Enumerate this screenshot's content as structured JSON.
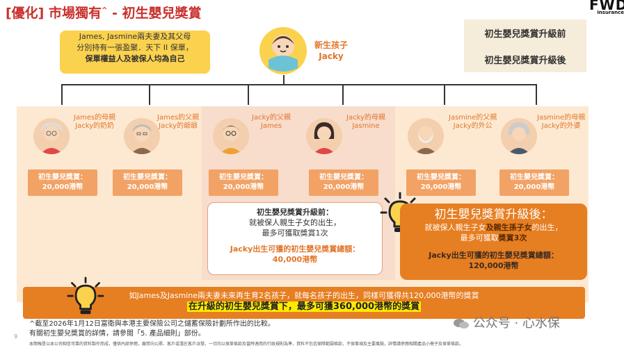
{
  "header": {
    "tag": "[優化]",
    "title_main": "市場獨有",
    "title_sup": "^",
    "title_rest": " - 初生嬰兒獎賞",
    "logo_big": "FWD",
    "logo_small": "insurance"
  },
  "legend": {
    "before": "初生嬰兒獎賞升級前",
    "after": "初生嬰兒獎賞升級後",
    "before_color": "#f5ecd9",
    "after_color": "#f5ecd9"
  },
  "policy_note": {
    "line1": "James, Jasmine兩夫妻及其父母",
    "line2": "分別持有一張盈聚．天下 II 保單，",
    "line3": "保單權益人及被保人均為自己"
  },
  "baby": {
    "label_line1": "新生孩子",
    "label_line2": "Jacky",
    "icon": "baby-icon"
  },
  "family": [
    {
      "id": "james-mother",
      "line1": "James的母親",
      "line2": "Jacky的奶奶",
      "icon": "grandmother-icon"
    },
    {
      "id": "james-father",
      "line1": "James的父親",
      "line2": "Jacky的爺爺",
      "icon": "grandfather-icon"
    },
    {
      "id": "james",
      "line1": "Jacky的父親",
      "line2": "James",
      "icon": "father-icon"
    },
    {
      "id": "jasmine",
      "line1": "Jacky的母親",
      "line2": "Jasmine",
      "icon": "mother-icon"
    },
    {
      "id": "jasmine-father",
      "line1": "Jasmine的父親",
      "line2": "Jacky的外公",
      "icon": "grandfather-icon"
    },
    {
      "id": "jasmine-mother",
      "line1": "Jasmine的母親",
      "line2": "Jacky的外婆",
      "icon": "grandmother-icon"
    }
  ],
  "bonus": {
    "label": "初生嬰兒獎賞：",
    "amount": "20,000港幣"
  },
  "before_box": {
    "head": "初生嬰兒獎賞升級前：",
    "line1": "就被保人親生子女的出生，",
    "line2": "最多可獲取獎賞1次",
    "total_label": "Jacky出生可獲的初生嬰兒獎賞總額：",
    "total_value": "40,000港幣"
  },
  "after_box": {
    "head": "初生嬰兒獎賞升級後：",
    "line1_a": "就被保人親生子女",
    "line1_b": "及親生孫子女",
    "line1_c": "的出生，",
    "line2_a": "最多可獲取",
    "line2_b": "獎賞3次",
    "total_label": "Jacky出生可獲的初生嬰兒獎賞總額：",
    "total_value": "120,000港幣"
  },
  "banner": {
    "line1": "如James及Jasmine兩夫妻未來再生育2名孩子，就每名孩子的出生，同樣可獲得共120,000港幣的獎賞",
    "line2": "在升級的初生嬰兒獎賞下，最多可獲360,000港幣的獎賞"
  },
  "footnotes": {
    "line1": "^截至2026年1月12日富衛與本港主要保險公司之儲蓄保險計劃所作出的比較。",
    "line2": "有關初生嬰兒獎賞的詳情，請參閱「5. 產品細則」部份。",
    "line3": "本簡報是以本公司相信可靠的資料製作而成，僅供內部參閱，嚴禁向公眾、客戶或潛在客戶派發。一切均以保單條款及當時適用的行政規則為準，資料不包括保障範圍條款，不保事項及主要風險，詳情請參閱相關產品小冊子及保單條款。"
  },
  "page_number": "9",
  "watermark": "公众号 · 心水保"
}
